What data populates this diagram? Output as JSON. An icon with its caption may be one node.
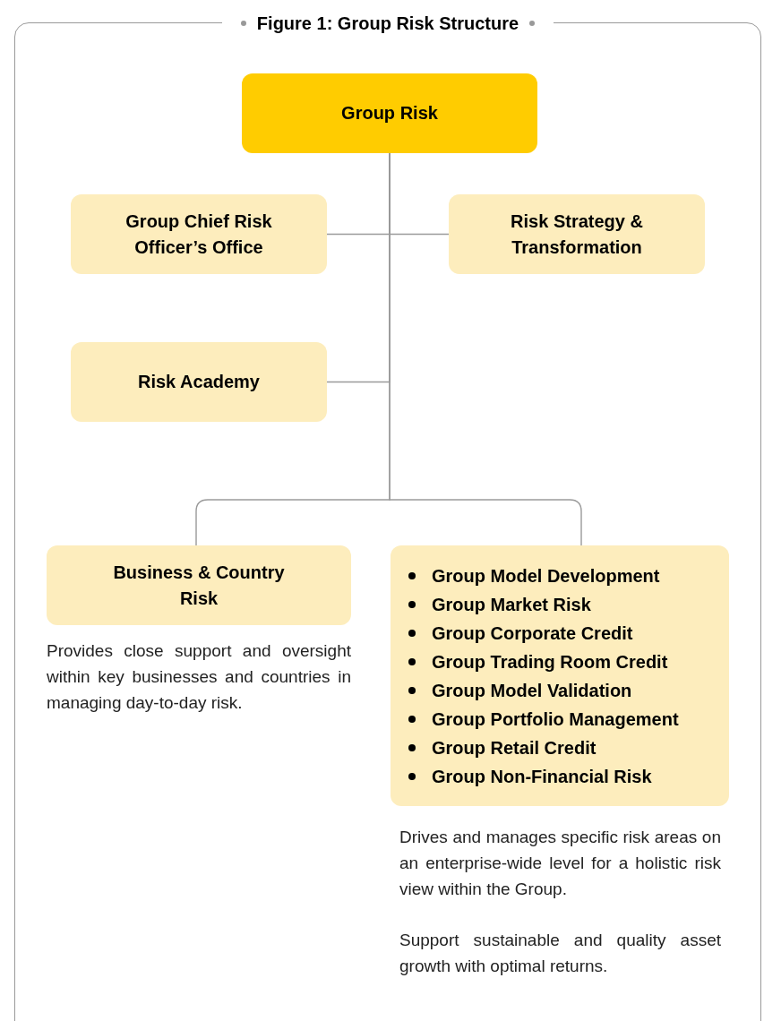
{
  "diagram": {
    "title": "Figure 1: Group Risk Structure",
    "nodes": [
      {
        "text": [
          "Group Risk"
        ]
      },
      {
        "text": [
          "Group Chief Risk Officer’s Office"
        ]
      },
      {
        "text": [
          "Risk Strategy & Transformation"
        ]
      },
      {
        "text": [
          "Risk Academy"
        ]
      },
      {
        "text": [
          "Business & Country Risk"
        ],
        "beside": [
          "Provides close support and oversight within key businesses and countries in managing day-to-day risk."
        ]
      },
      {
        "text": [
          "Group Model Development",
          "Group Market Risk",
          "Group Corporate Credit",
          "Group Trading Room Credit",
          "Group Model Validation",
          "Group Portfolio Management",
          "Group Retail Credit",
          "Group Non-Financial Risk"
        ],
        "beside": [
          "Drives and manages specific risk areas on an enterprise-wide level for a holistic risk view within the Group.",
          "Support sustainable and quality asset growth with optimal returns."
        ]
      }
    ],
    "edges": [
      {
        "from": 0,
        "to": 1,
        "arrow": "none"
      },
      {
        "from": 0,
        "to": 2,
        "arrow": "none"
      },
      {
        "from": 0,
        "to": 3,
        "arrow": "none"
      },
      {
        "from": 0,
        "to": 4,
        "arrow": "none"
      },
      {
        "from": 0,
        "to": 5,
        "arrow": "none"
      }
    ]
  }
}
